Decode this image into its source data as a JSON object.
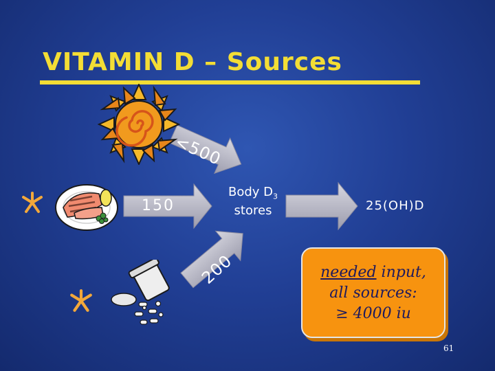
{
  "title": "VITAMIN D – Sources",
  "labels": {
    "sun_amount": "<500",
    "food_amount": "150",
    "supplement_amount": "200",
    "body_d3_prefix": "Body D",
    "body_d3_sub": "3",
    "body_stores": "stores",
    "output": "25(OH)D"
  },
  "callout": {
    "underlined": "needed",
    "line1_rest": " input,",
    "line2": "all sources:",
    "line3": "≥ 4000 iu"
  },
  "page_number": "61",
  "icons": [
    "sun-icon",
    "salmon-plate-icon",
    "pill-bottle-icon",
    "asterisk-bullet-icon"
  ],
  "colors": {
    "background": "#213f95",
    "title": "#f3dd35",
    "arrow_fill": "#b9b9c6",
    "callout_fill": "#f7930f",
    "callout_text": "#1e1a5e"
  }
}
